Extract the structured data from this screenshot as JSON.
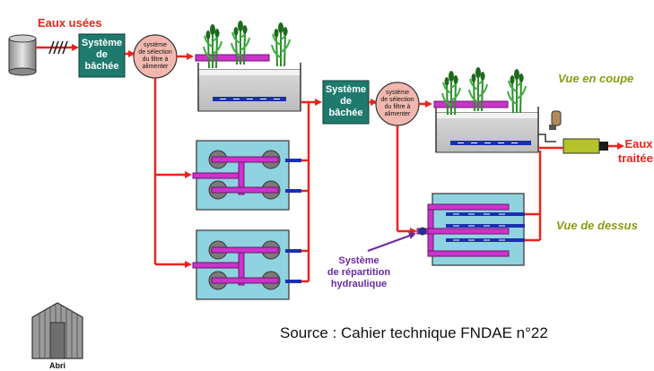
{
  "labels": {
    "eaux_usees": "Eaux usées",
    "systeme_bachee_1": [
      "Système",
      "de",
      "bâchée"
    ],
    "selection_1": [
      "système",
      "de sélection",
      "du filtre à",
      "alimenter"
    ],
    "systeme_bachee_2": [
      "Système",
      "de",
      "bâchée"
    ],
    "selection_2": [
      "système",
      "de sélection",
      "du filtre à",
      "alimenter"
    ],
    "eaux_traitees": [
      "Eaux",
      "traitées"
    ],
    "vue_en_coupe": "Vue en coupe",
    "vue_de_dessus": "Vue de dessus",
    "repartition": [
      "Système",
      "de répartition",
      "hydraulique"
    ],
    "abri": "Abri",
    "source": "Source : Cahier technique FNDAE n°22"
  },
  "colors": {
    "flow_red": "#e8251c",
    "bachee_box": "#1f7a6e",
    "selector_circle": "#f2b8b0",
    "filter_top_view": "#8fd3e0",
    "distribution_pipe": "#cc33cc",
    "drain_pipe": "#1a2fb0",
    "reed": "#2e8b2e",
    "label_green": "#8a9a12",
    "label_purple": "#6a2aa6"
  },
  "icons": [
    "tank-icon",
    "reed-plant-icon",
    "meter-icon",
    "abri-shelter-icon"
  ]
}
